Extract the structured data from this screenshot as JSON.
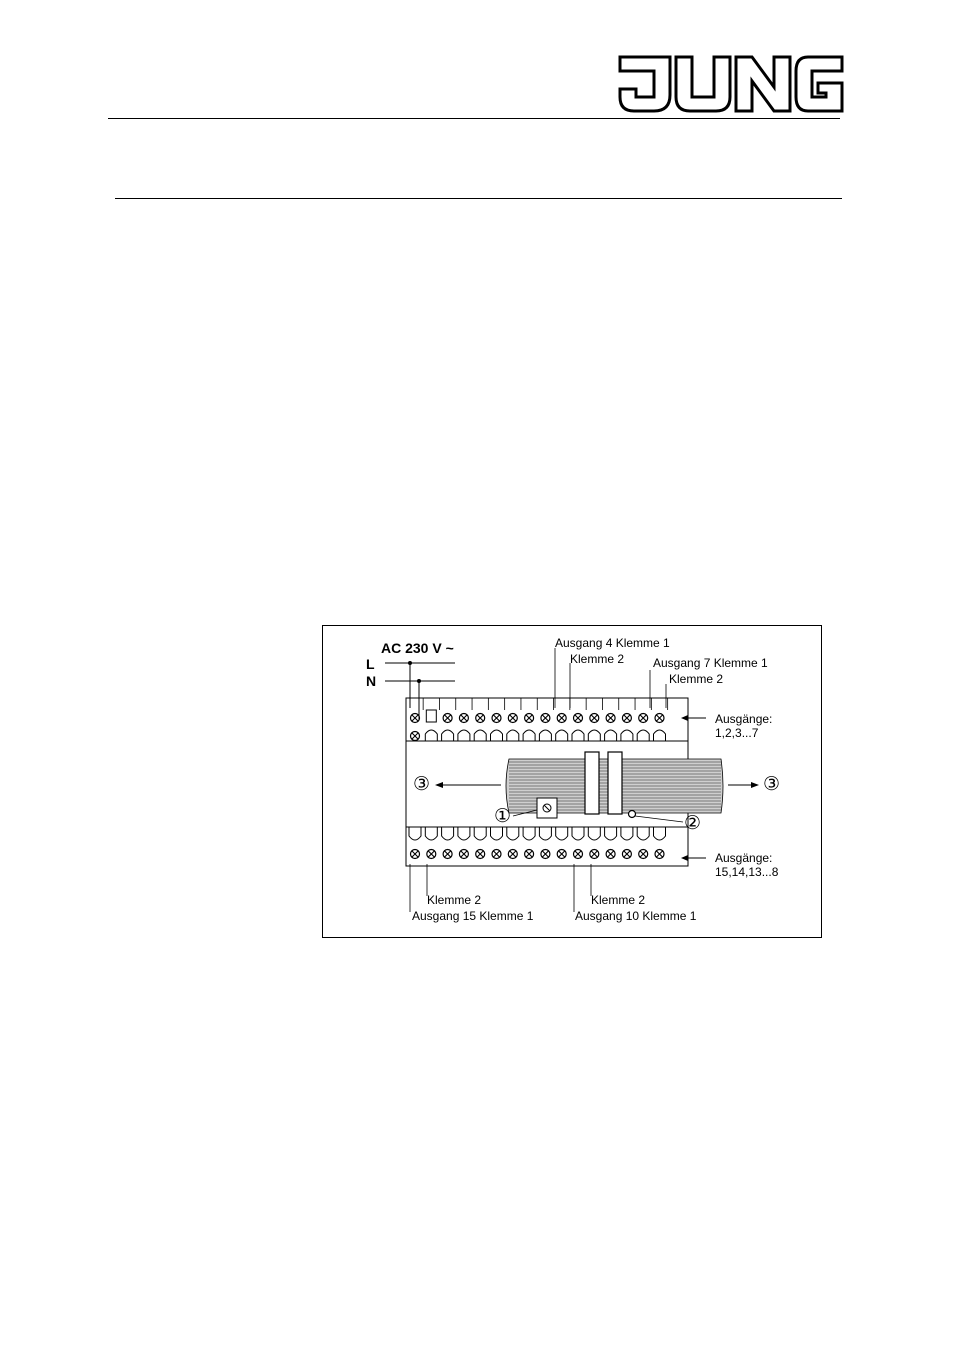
{
  "header": {
    "logo_text": "JUNG"
  },
  "figure": {
    "supply_label": "AC 230 V ~",
    "line_L": "L",
    "line_N": "N",
    "top_callouts": {
      "ausgang4_klemme1": "Ausgang 4 Klemme 1",
      "ausgang4_klemme2": "Klemme 2",
      "ausgang7_klemme1": "Ausgang 7 Klemme 1",
      "ausgang7_klemme2": "Klemme 2"
    },
    "top_outputs": {
      "title": "Ausgänge:",
      "range": "1,2,3...7"
    },
    "bottom_outputs": {
      "title": "Ausgänge:",
      "range": "15,14,13...8"
    },
    "bottom_callouts": {
      "ausgang15_klemme2": "Klemme 2",
      "ausgang15_klemme1": "Ausgang 15 Klemme 1",
      "ausgang10_klemme2": "Klemme 2",
      "ausgang10_klemme1": "Ausgang 10 Klemme 1"
    },
    "markers": {
      "one": "①",
      "two": "②",
      "three_left": "③",
      "three_right": "③"
    }
  }
}
